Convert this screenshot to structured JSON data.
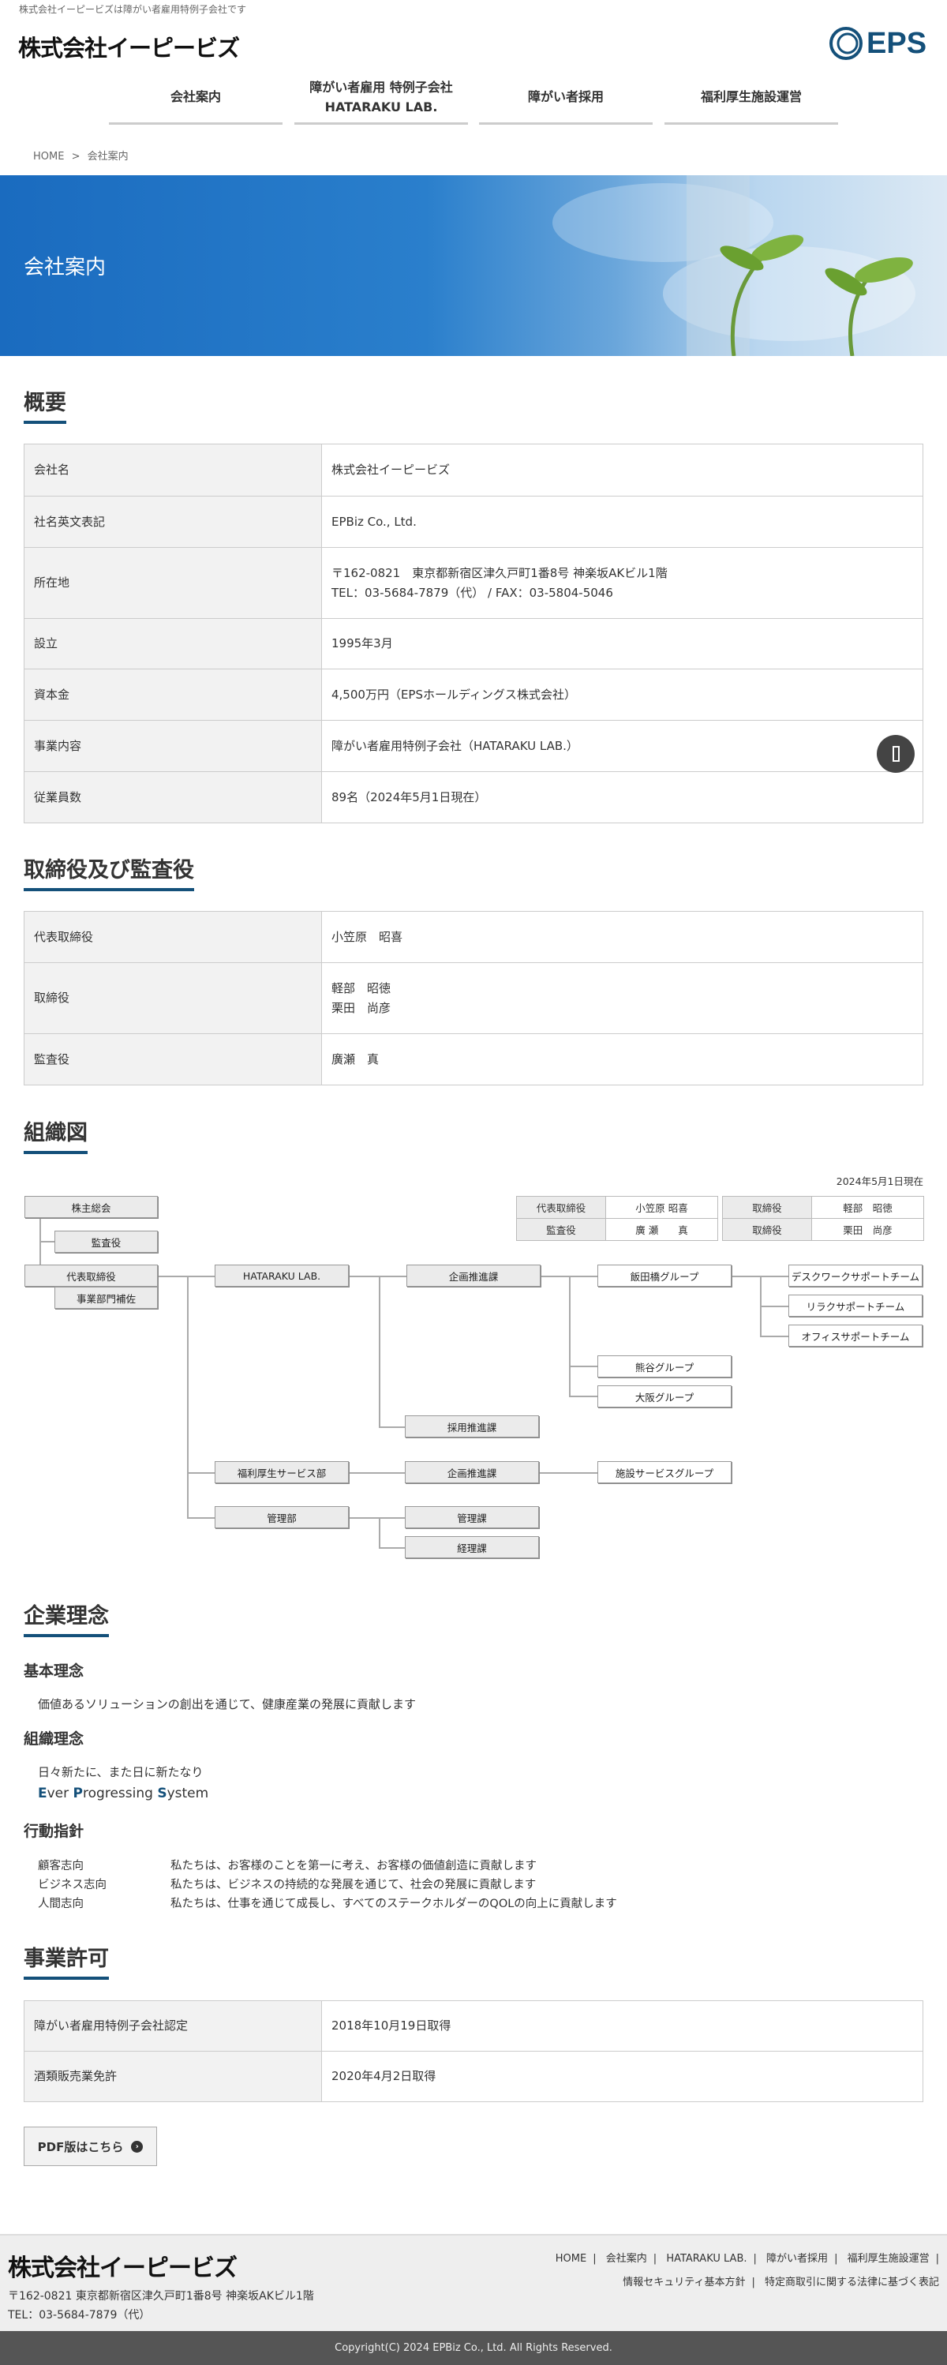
{
  "header": {
    "tagline": "株式会社イーピービズは障がい者雇用特例子会社です",
    "logo": "株式会社イーピービズ",
    "eps_logo": "EPS",
    "nav": [
      "会社案内",
      "障がい者雇用 特例子会社\nHATARAKU LAB.",
      "障がい者採用",
      "福利厚生施設運営"
    ],
    "breadcrumb": {
      "home": "HOME",
      "sep": ">",
      "current": "会社案内"
    }
  },
  "hero": {
    "title": "会社案内"
  },
  "overview": {
    "heading": "概要",
    "rows": [
      {
        "label": "会社名",
        "value": "株式会社イーピービズ"
      },
      {
        "label": "社名英文表記",
        "value": "EPBiz Co., Ltd."
      },
      {
        "label": "所在地",
        "value": "〒162-0821　東京都新宿区津久戸町1番8号 神楽坂AKビル1階",
        "value2": "TEL：03-5684-7879（代） / FAX：03-5804-5046"
      },
      {
        "label": "設立",
        "value": "1995年3月"
      },
      {
        "label": "資本金",
        "value": "4,500万円（EPSホールディングス株式会社）"
      },
      {
        "label": "事業内容",
        "value": "障がい者雇用特例子会社（HATARAKU LAB.）"
      },
      {
        "label": "従業員数",
        "value": "89名（2024年5月1日現在）"
      }
    ]
  },
  "officers": {
    "heading": "取締役及び監査役",
    "rows": [
      {
        "label": "代表取締役",
        "value": "小笠原　昭喜"
      },
      {
        "label": "取締役",
        "value": "軽部　昭徳",
        "value2": "栗田　尚彦"
      },
      {
        "label": "監査役",
        "value": "廣瀬　真"
      }
    ]
  },
  "org": {
    "heading": "組織図",
    "date": "2024年5月1日現在",
    "exec": [
      [
        "代表取締役",
        "小笠原 昭喜",
        "取締役",
        "軽部　昭徳"
      ],
      [
        "監査役",
        "廣 瀬　　真",
        "取締役",
        "栗田　尚彦"
      ]
    ],
    "boxes": {
      "shareholders": "株主総会",
      "auditor": "監査役",
      "ceo": "代表取締役",
      "assistant": "事業部門補佐",
      "hataraku": "HATARAKU LAB.",
      "planning1": "企画推進課",
      "iidabashi": "飯田橋グループ",
      "desk": "デスクワークサポートチーム",
      "relax": "リラクサポートチーム",
      "office": "オフィスサポートチーム",
      "kumagaya": "熊谷グループ",
      "osaka": "大阪グループ",
      "recruit": "採用推進課",
      "welfare": "福利厚生サービス部",
      "planning2": "企画推進課",
      "facility": "施設サービスグループ",
      "admin": "管理部",
      "admin_sec": "管理課",
      "accounting": "経理課"
    }
  },
  "philosophy": {
    "heading": "企業理念",
    "basic_title": "基本理念",
    "basic_text": "価値あるソリューションの創出を通じて、健康産業の発展に貢献します",
    "org_title": "組織理念",
    "org_text": "日々新たに、また日に新たなり",
    "eps": [
      "E",
      "ver ",
      "P",
      "rogressing ",
      "S",
      "ystem"
    ],
    "action_title": "行動指針",
    "actions": [
      {
        "label": "顧客志向",
        "text": "私たちは、お客様のことを第一に考え、お客様の価値創造に貢献します"
      },
      {
        "label": "ビジネス志向",
        "text": "私たちは、ビジネスの持続的な発展を通じて、社会の発展に貢献します"
      },
      {
        "label": "人間志向",
        "text": "私たちは、仕事を通じて成長し、すべてのステークホルダーのQOLの向上に貢献します"
      }
    ]
  },
  "licenses": {
    "heading": "事業許可",
    "rows": [
      {
        "label": "障がい者雇用特例子会社認定",
        "value": "2018年10月19日取得"
      },
      {
        "label": "酒類販売業免許",
        "value": "2020年4月2日取得"
      }
    ],
    "pdf_button": "PDF版はこちら"
  },
  "footer": {
    "logo": "株式会社イーピービズ",
    "address": "〒162-0821 東京都新宿区津久戸町1番8号 神楽坂AKビル1階",
    "tel": "TEL：03-5684-7879（代）",
    "links1": [
      "HOME",
      "会社案内",
      "HATARAKU LAB.",
      "障がい者採用",
      "福利厚生施設運営"
    ],
    "links2": [
      "情報セキュリティ基本方針",
      "特定商取引に関する法律に基づく表記"
    ],
    "copyright": "Copyright(C) 2024 EPBiz Co., Ltd. All Rights Reserved."
  },
  "colors": {
    "accent": "#14507a",
    "hero": "#1a6bbf",
    "footer_bar": "#555555"
  }
}
